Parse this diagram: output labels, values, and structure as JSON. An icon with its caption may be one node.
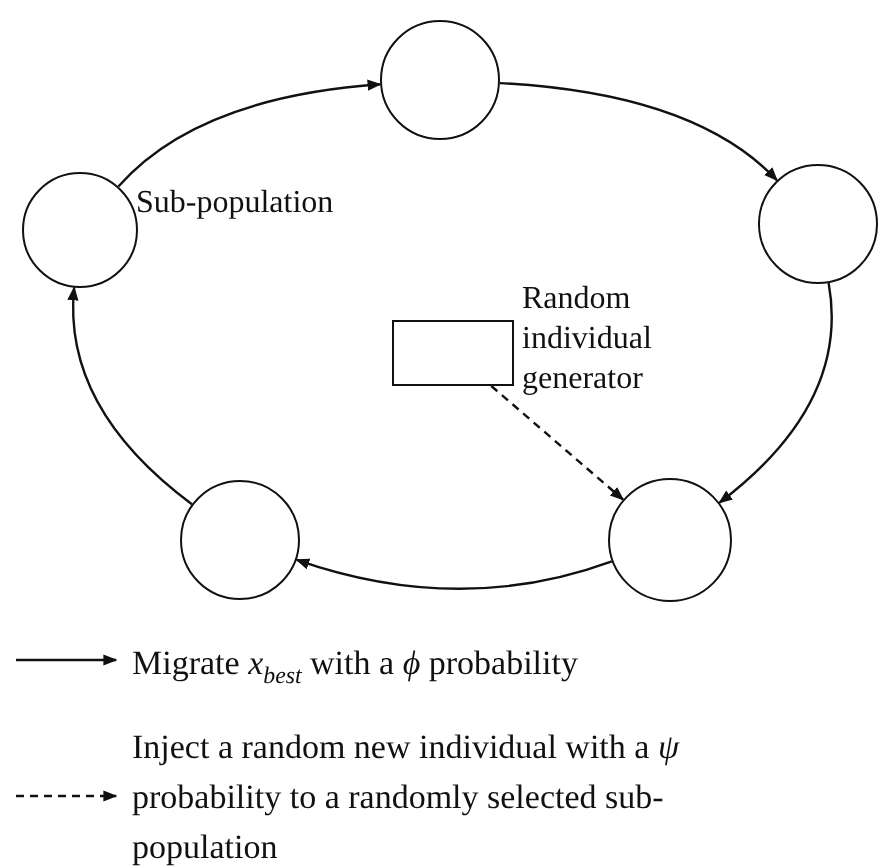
{
  "diagram": {
    "nodes": [
      {
        "text": [],
        "shape": "circle"
      },
      {
        "text": [],
        "shape": "circle",
        "beside": [
          "Sub-population"
        ]
      },
      {
        "text": [],
        "shape": "circle"
      },
      {
        "text": [
          "Random individual generator"
        ]
      },
      {
        "text": [],
        "shape": "circle"
      },
      {
        "text": [],
        "shape": "circle"
      }
    ],
    "edges": [
      {
        "from": 1,
        "to": 0,
        "arrow": "to"
      },
      {
        "from": 0,
        "to": 2,
        "arrow": "to"
      },
      {
        "from": 2,
        "to": 5,
        "arrow": "to"
      },
      {
        "from": 5,
        "to": 4,
        "arrow": "to"
      },
      {
        "from": 4,
        "to": 1,
        "arrow": "to"
      },
      {
        "from": 3,
        "to": 5,
        "arrow": "to",
        "style": "dashed"
      }
    ],
    "legend": [
      {
        "text": "Migrate *x*$_{best}$ with a *ϕ* probability"
      },
      {
        "text": "Inject a random new individual with a *ψ* probability to a randomly selected sub-population"
      }
    ]
  }
}
